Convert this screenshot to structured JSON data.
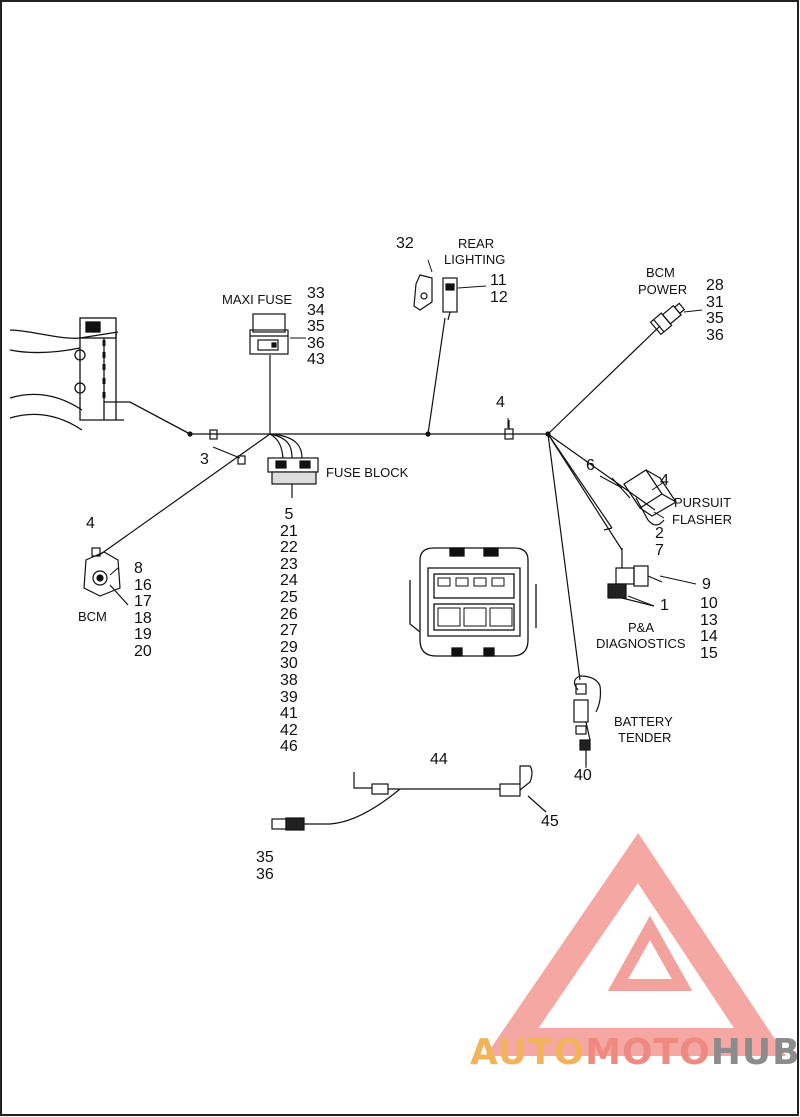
{
  "labels": {
    "maxi_fuse": "MAXI FUSE",
    "rear_lighting_1": "REAR",
    "rear_lighting_2": "LIGHTING",
    "bcm_power_1": "BCM",
    "bcm_power_2": "POWER",
    "fuse_block": "FUSE BLOCK",
    "bcm": "BCM",
    "pursuit_1": "PURSUIT",
    "pursuit_2": "FLASHER",
    "pa_1": "P&A",
    "pa_2": "DIAGNOSTICS",
    "battery_1": "BATTERY",
    "battery_2": "TENDER"
  },
  "callouts": {
    "maxi_fuse_nums": [
      "33",
      "34",
      "35",
      "36",
      "43"
    ],
    "n32": "32",
    "rear_nums": [
      "11",
      "12"
    ],
    "bcm_power_nums": [
      "28",
      "31",
      "35",
      "36"
    ],
    "n4_main": "4",
    "n3": "3",
    "n4_bcm": "4",
    "bcm_nums": [
      "8",
      "16",
      "17",
      "18",
      "19",
      "20"
    ],
    "fuse_block_nums": [
      "5",
      "21",
      "22",
      "23",
      "24",
      "25",
      "26",
      "27",
      "29",
      "30",
      "38",
      "39",
      "41",
      "42",
      "46"
    ],
    "n6": "6",
    "n4_flasher": "4",
    "flasher_nums": [
      "2",
      "7"
    ],
    "n9": "9",
    "n1": "1",
    "pa_nums": [
      "10",
      "13",
      "14",
      "15"
    ],
    "n40": "40",
    "n44": "44",
    "n45": "45",
    "bottom_nums": [
      "35",
      "36"
    ]
  },
  "watermark": {
    "part1": "AUTO",
    "part2": "MOTO",
    "part3": "HUB",
    "colors": {
      "triangle": "#f08a84",
      "auto": "#f3b35a",
      "moto": "#ef8a82",
      "hub": "#8c8c8c"
    }
  }
}
